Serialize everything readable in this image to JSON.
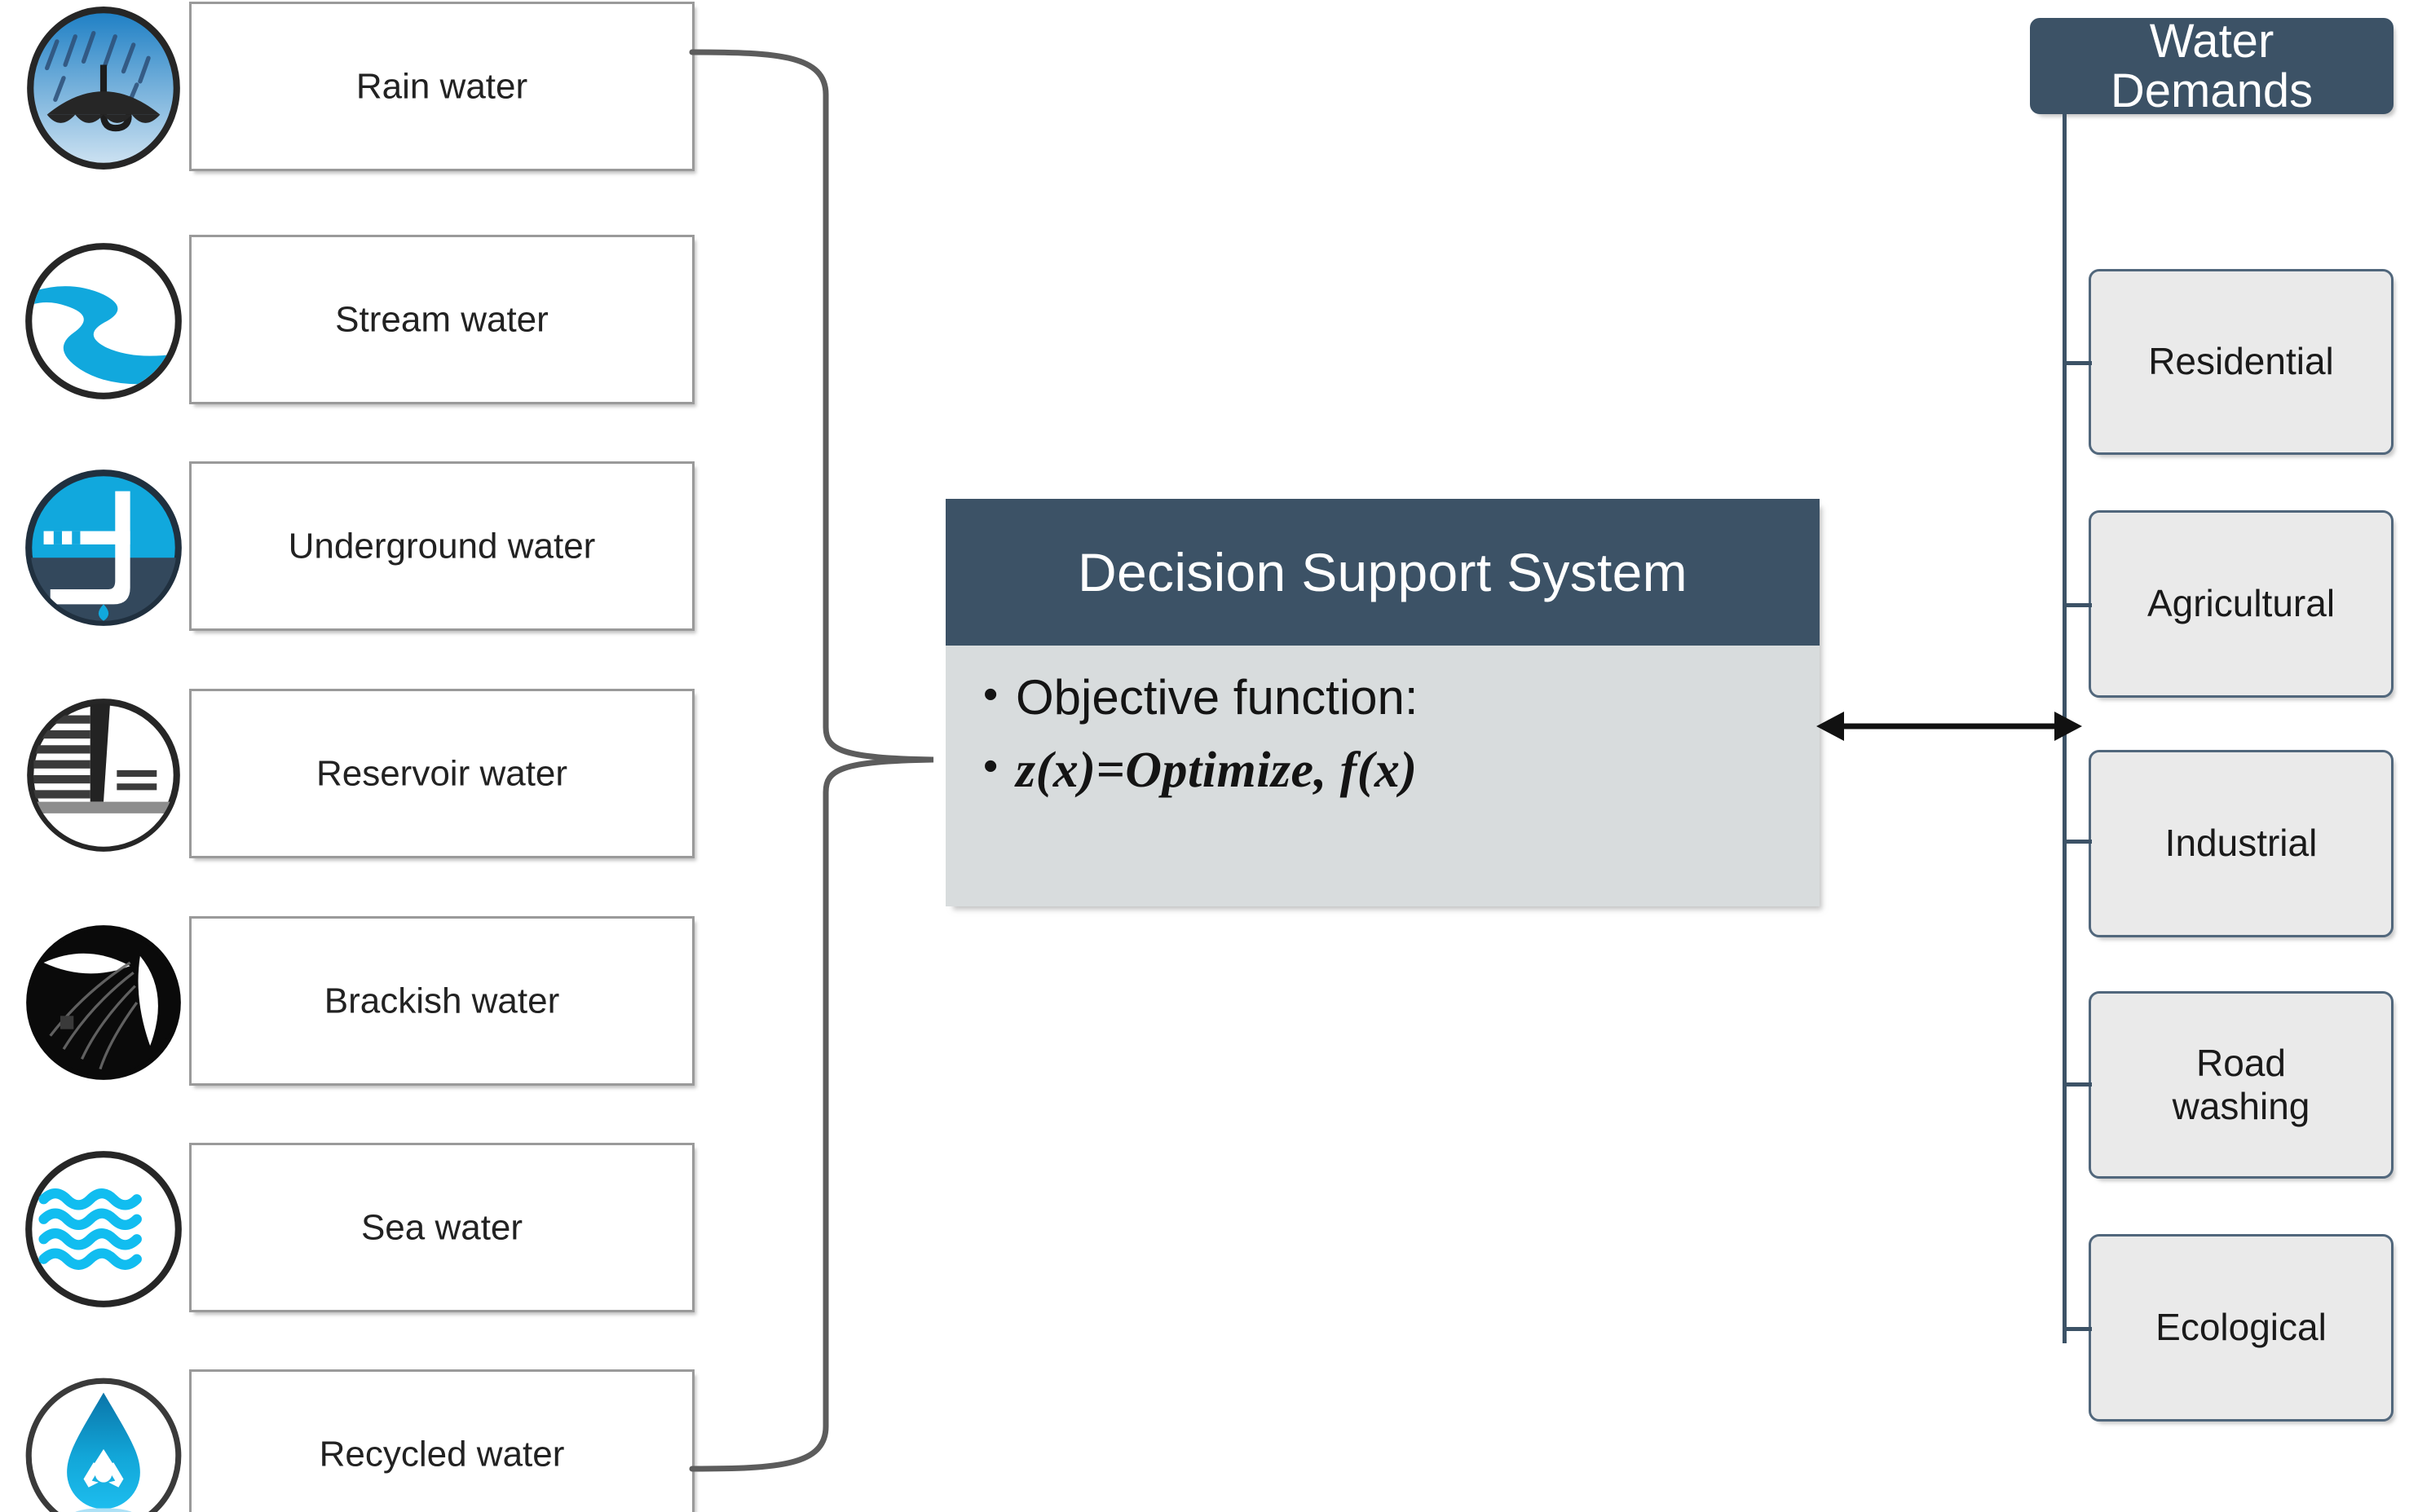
{
  "diagram": {
    "title": "Water resources decision support system diagram",
    "colors": {
      "dark_blue": "#3c5266",
      "panel_grey": "#d8dcdd",
      "box_grey": "#eaeaea",
      "border_grey": "#9a9a9a",
      "accent_cyan": "#11a8dd"
    }
  },
  "sources": {
    "items": [
      {
        "label": "Rain water",
        "icon": "rain-water-icon"
      },
      {
        "label": "Stream water",
        "icon": "stream-water-icon"
      },
      {
        "label": "Underground water",
        "icon": "underground-water-icon"
      },
      {
        "label": "Reservoir water",
        "icon": "reservoir-water-icon"
      },
      {
        "label": "Brackish water",
        "icon": "brackish-water-icon"
      },
      {
        "label": "Sea water",
        "icon": "sea-water-icon"
      },
      {
        "label": "Recycled water",
        "icon": "recycled-water-icon"
      }
    ]
  },
  "dss": {
    "title": "Decision Support System",
    "bullets": [
      {
        "bullet": "•",
        "text": "Objective function:"
      },
      {
        "bullet": "•",
        "text": "z(x)=Optimize, f(x)"
      }
    ]
  },
  "connector": {
    "brace_name": "left-brace-connector",
    "arrow_name": "bidirectional-arrow"
  },
  "demands": {
    "header": "Water\nDemands",
    "header_line1": "Water",
    "header_line2": "Demands",
    "items": [
      {
        "label": "Residential"
      },
      {
        "label": "Agricultural"
      },
      {
        "label": "Industrial"
      },
      {
        "label": "Road\nwashing",
        "line1": "Road",
        "line2": "washing"
      },
      {
        "label": "Ecological"
      }
    ]
  }
}
